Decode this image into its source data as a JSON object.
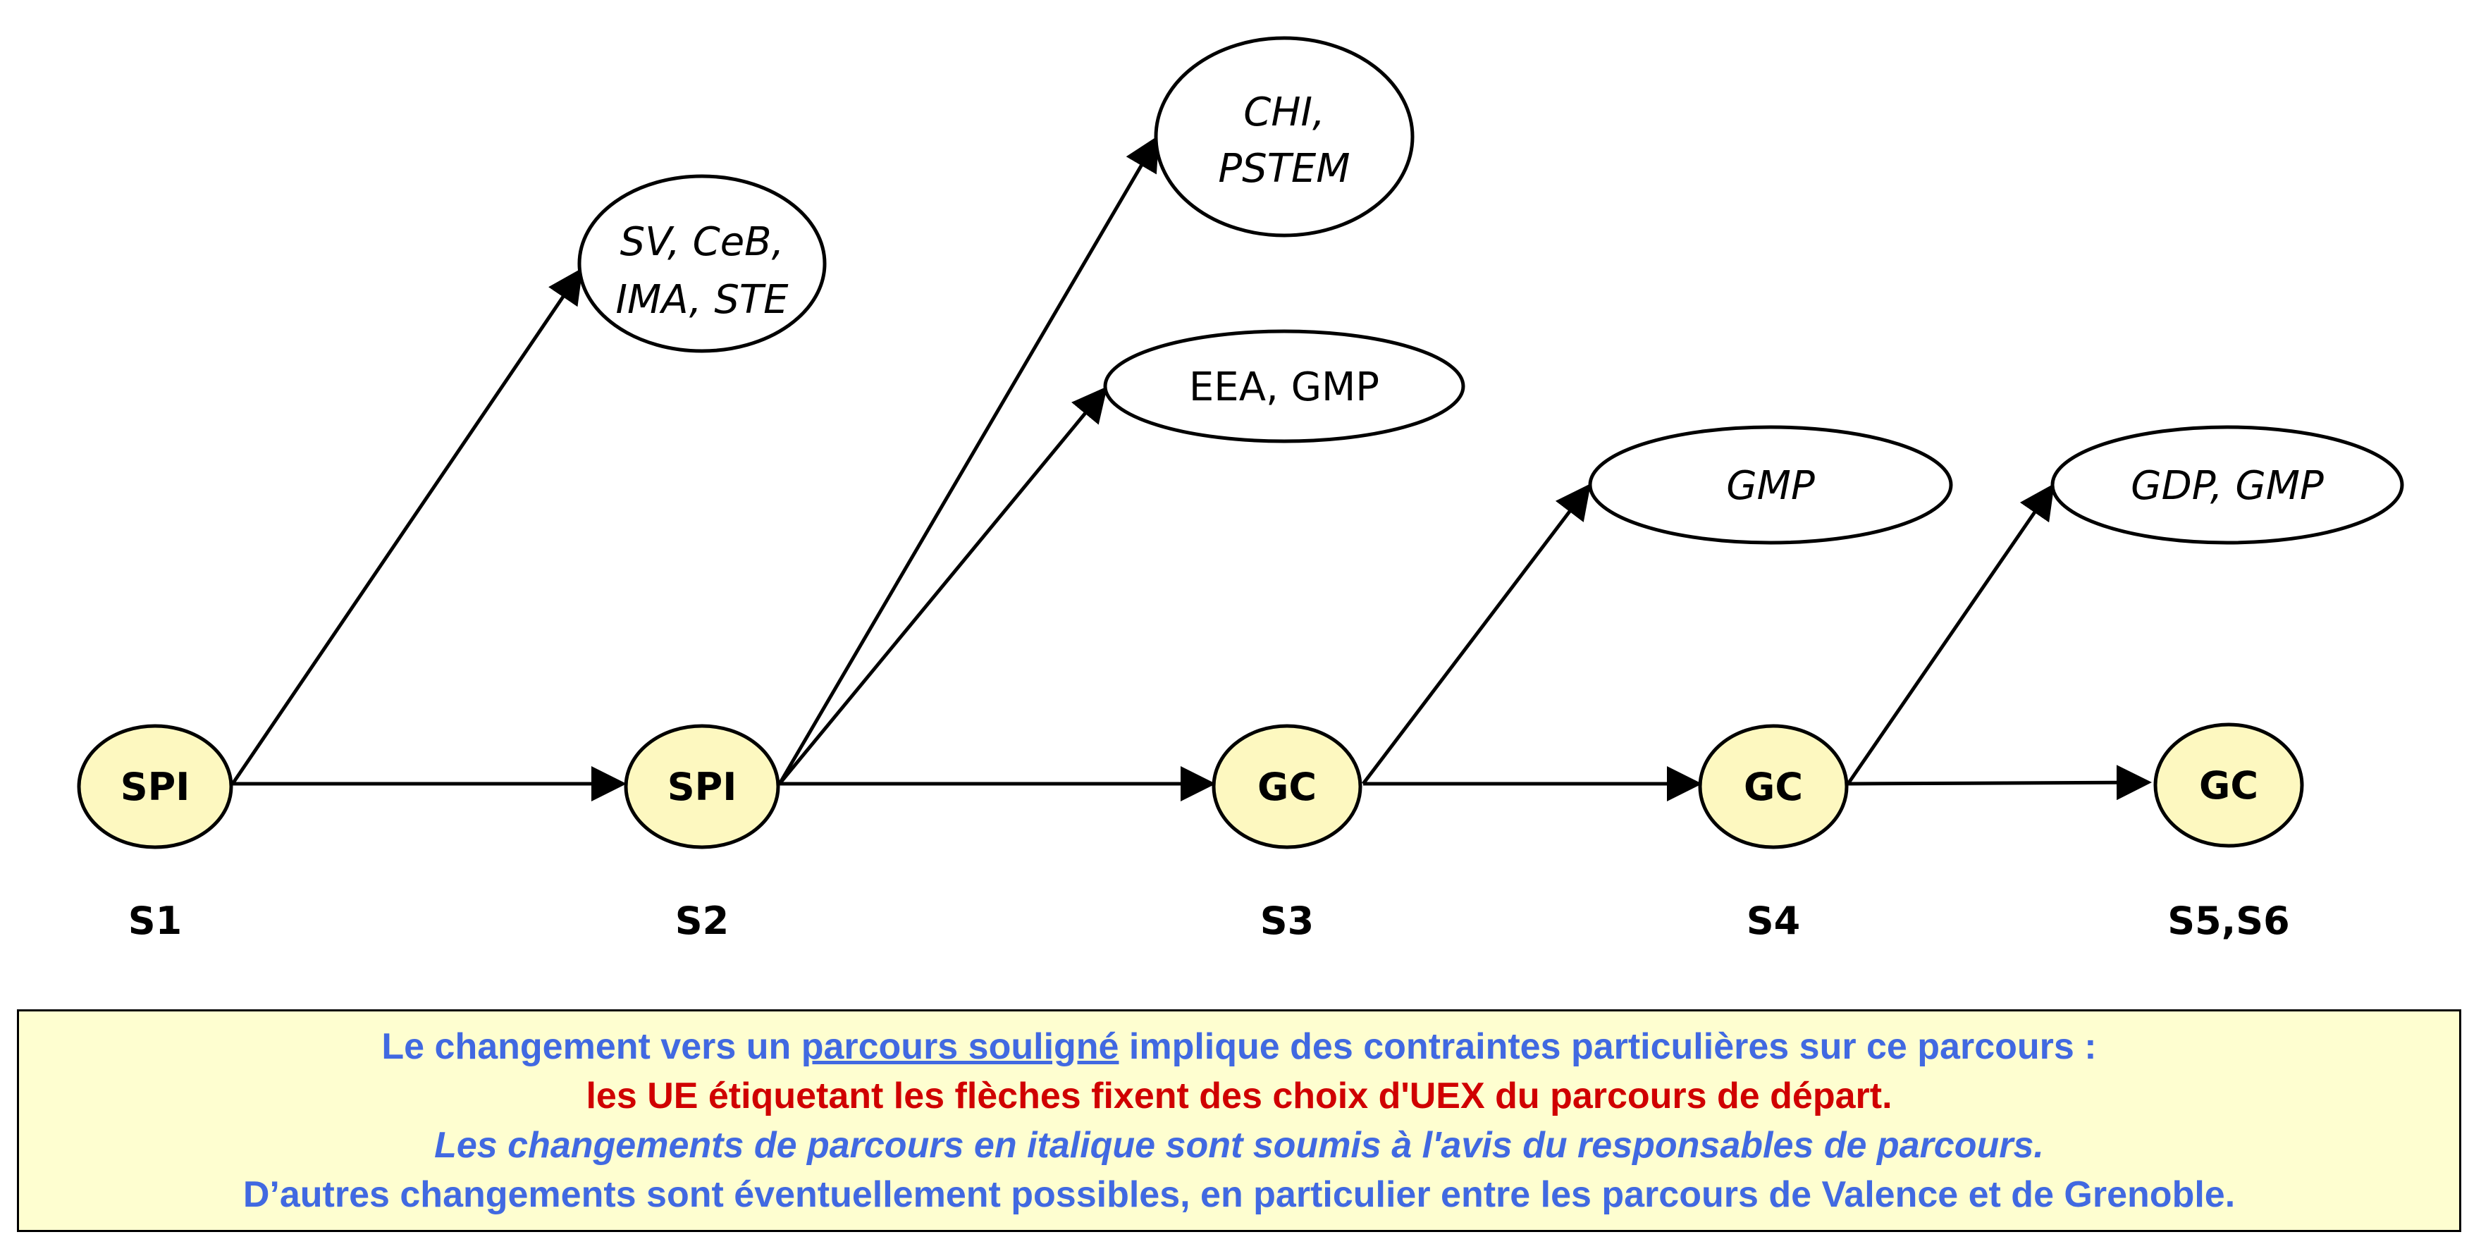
{
  "nodes": [
    {
      "id": "s1",
      "label": "SPI",
      "semester": "S1"
    },
    {
      "id": "s2",
      "label": "SPI",
      "semester": "S2"
    },
    {
      "id": "s3",
      "label": "GC",
      "semester": "S3"
    },
    {
      "id": "s4",
      "label": "GC",
      "semester": "S4"
    },
    {
      "id": "s56",
      "label": "GC",
      "semester": "S5,S6"
    }
  ],
  "targets": [
    {
      "id": "t1",
      "lines": [
        "SV, CeB,",
        "IMA, STE"
      ],
      "italic": true
    },
    {
      "id": "t2",
      "lines": [
        "CHI,",
        "PSTEM"
      ],
      "italic": true
    },
    {
      "id": "t3",
      "lines": [
        "EEA, GMP"
      ],
      "italic": false
    },
    {
      "id": "t4",
      "lines": [
        "GMP"
      ],
      "italic": true
    },
    {
      "id": "t5",
      "lines": [
        "GDP, GMP"
      ],
      "italic": true
    }
  ],
  "legend": {
    "line1_a": "Le changement vers un ",
    "line1_u": "parcours souligné",
    "line1_b": " implique des contraintes particulières sur ce parcours :",
    "line2": "les UE étiquetant les flèches fixent des choix d'UEX du parcours de départ.",
    "line3": "Les changements de parcours en italique sont soumis à l'avis du responsables de parcours.",
    "line4": "D’autres changements sont éventuellement possibles, en particulier entre les parcours de Valence et de Grenoble."
  },
  "colors": {
    "node_fill": "#fdf8c0",
    "legend_bg": "#fefed0",
    "legend_blue": "#4169e1",
    "legend_red": "#d00000"
  }
}
